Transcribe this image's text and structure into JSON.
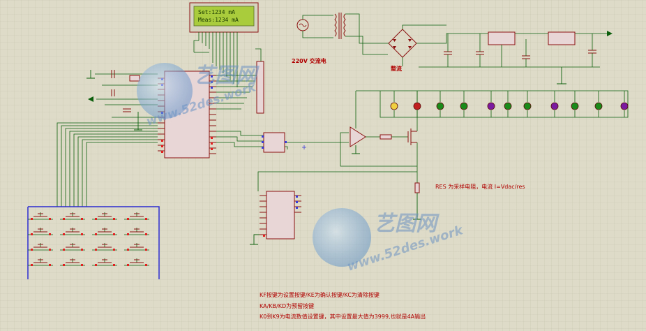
{
  "lcd": {
    "line1": "Set:1234 mA",
    "line2": "Meas:1234 mA"
  },
  "labels": {
    "ac220": "220V 交流电",
    "rectifier": "整流",
    "res_note": "RES 为采样电阻，电流 I=Vdac/res"
  },
  "notes": {
    "line1": "KF按键为设置按键/KE为确认按键/KC为清除按键",
    "line2": "KA/KB/KD为预留按键",
    "line3": "K0到K9为电流数值设置键，其中设置最大值为3999,也就是4A输出"
  },
  "watermark": {
    "brand": "艺图网",
    "url": "www.52des.work"
  },
  "colors": {
    "background": "#dedcc8",
    "grid": "#c6c4ae",
    "wire": "#0b5e0b",
    "component": "#8b1111",
    "ic_fill": "#e8d6d6",
    "lcd_bg": "#a9cc3c",
    "pin_red": "#e32020",
    "pin_blue": "#3a3ad8"
  },
  "indicators": [
    "yellow",
    "red",
    "green",
    "green",
    "purple",
    "green",
    "green",
    "purple",
    "green",
    "green",
    "purple"
  ]
}
